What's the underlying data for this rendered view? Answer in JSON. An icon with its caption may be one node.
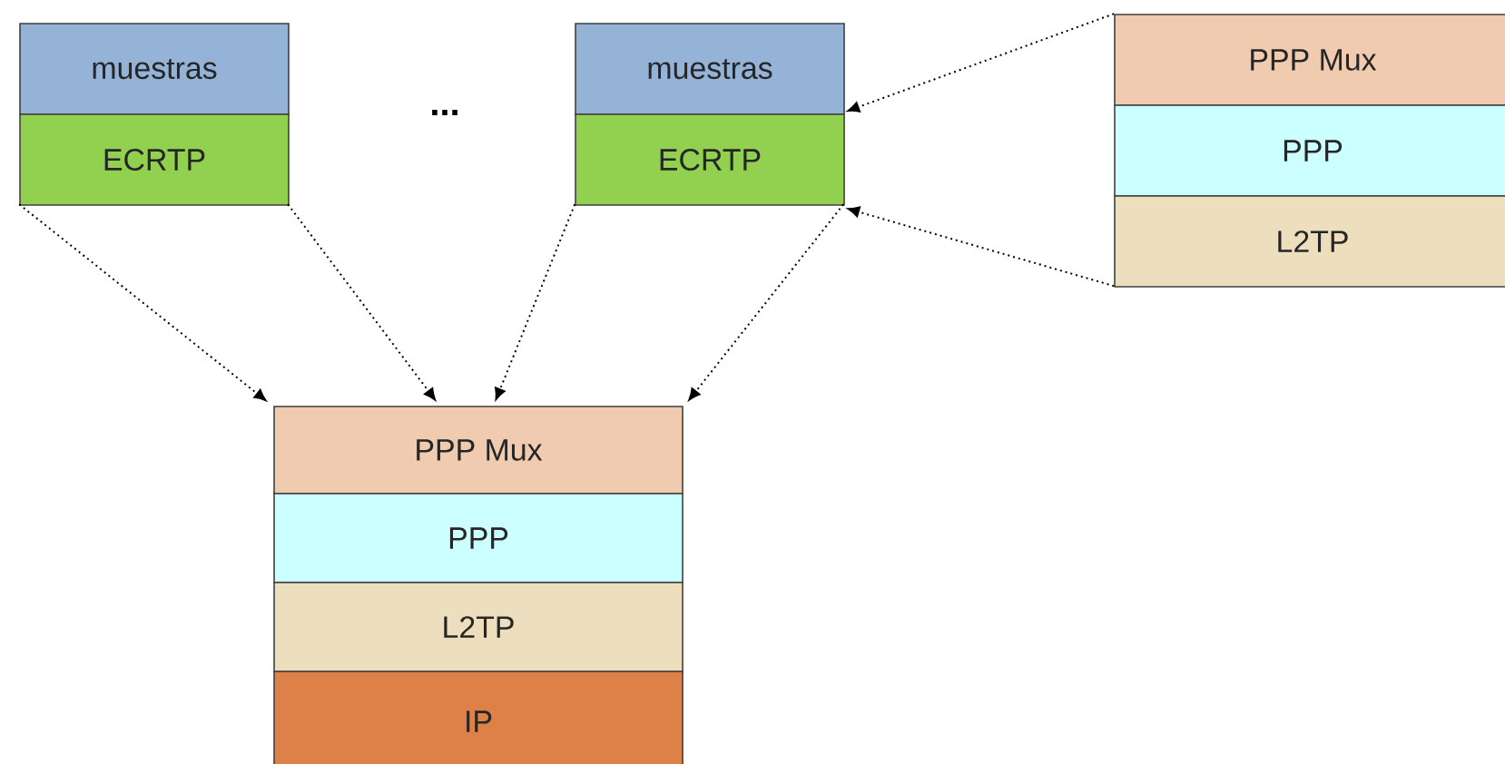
{
  "diagram": {
    "nodes": [
      {
        "text": [
          "muestras"
        ]
      },
      {
        "text": [
          "ECRTP"
        ]
      },
      {
        "text": [
          "muestras"
        ]
      },
      {
        "text": [
          "ECRTP"
        ]
      },
      {
        "text": [
          "PPP Mux"
        ]
      },
      {
        "text": [
          "PPP"
        ]
      },
      {
        "text": [
          "L2TP"
        ]
      },
      {
        "text": [
          "PPP Mux"
        ]
      },
      {
        "text": [
          "PPP"
        ]
      },
      {
        "text": [
          "L2TP"
        ]
      },
      {
        "text": [
          "IP"
        ]
      }
    ],
    "edges": [
      {
        "from": 1,
        "to": 7,
        "arrow": "to"
      },
      {
        "from": 1,
        "to": 7,
        "arrow": "to"
      },
      {
        "from": 3,
        "to": 7,
        "arrow": "to"
      },
      {
        "from": 3,
        "to": 7,
        "arrow": "to"
      },
      {
        "from": 4,
        "to": 2,
        "arrow": "to"
      },
      {
        "from": 6,
        "to": 3,
        "arrow": "to"
      }
    ],
    "labels": [
      "..."
    ]
  }
}
